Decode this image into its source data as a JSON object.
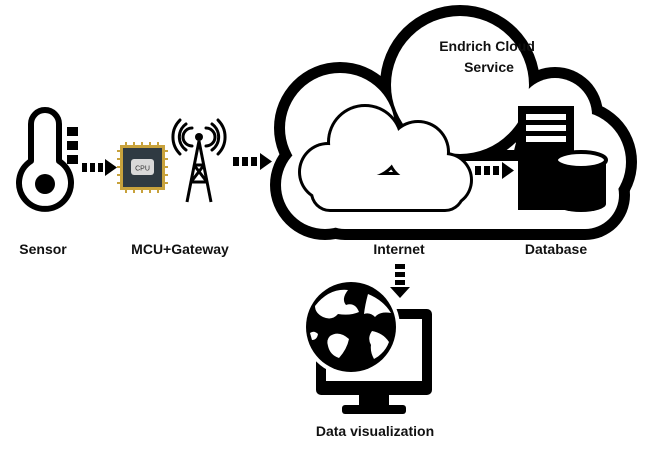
{
  "labels": {
    "cloud_service": [
      "Endrich Cloud",
      "Service"
    ],
    "sensor": "Sensor",
    "mcu_gateway": "MCU+Gateway",
    "internet": "Internet",
    "database": "Database",
    "data_visualization": "Data visualization"
  },
  "chip_text": "CPU",
  "colors": {
    "ink": "#000000",
    "chip_body": "#2f3a42",
    "chip_pins": "#c8a23c",
    "chip_face": "#d9d9d9"
  }
}
